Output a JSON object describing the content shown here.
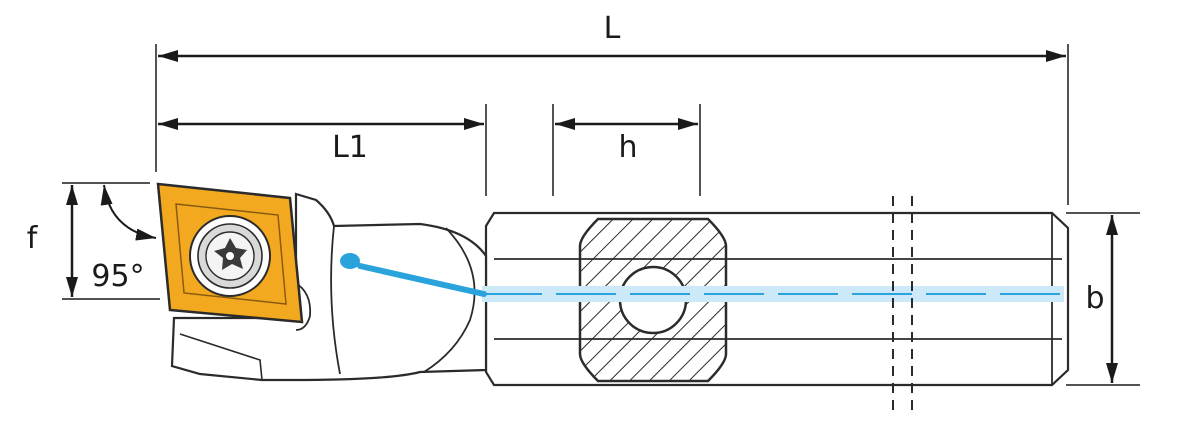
{
  "dimensions": {
    "overall_length": "L",
    "head_length": "L1",
    "section_width": "h",
    "front_offset": "f",
    "shank_height": "b",
    "approach_angle": "95°"
  },
  "colors": {
    "insert": "#f2a91f",
    "coolant": "#2aa3dc",
    "coolant_light": "#cbe9f8",
    "outline": "#2b2b2b",
    "dim_line": "#1a1a1a",
    "body_fill": "#ffffff"
  },
  "icons": {
    "insert_screw": "torx-screw-icon"
  }
}
